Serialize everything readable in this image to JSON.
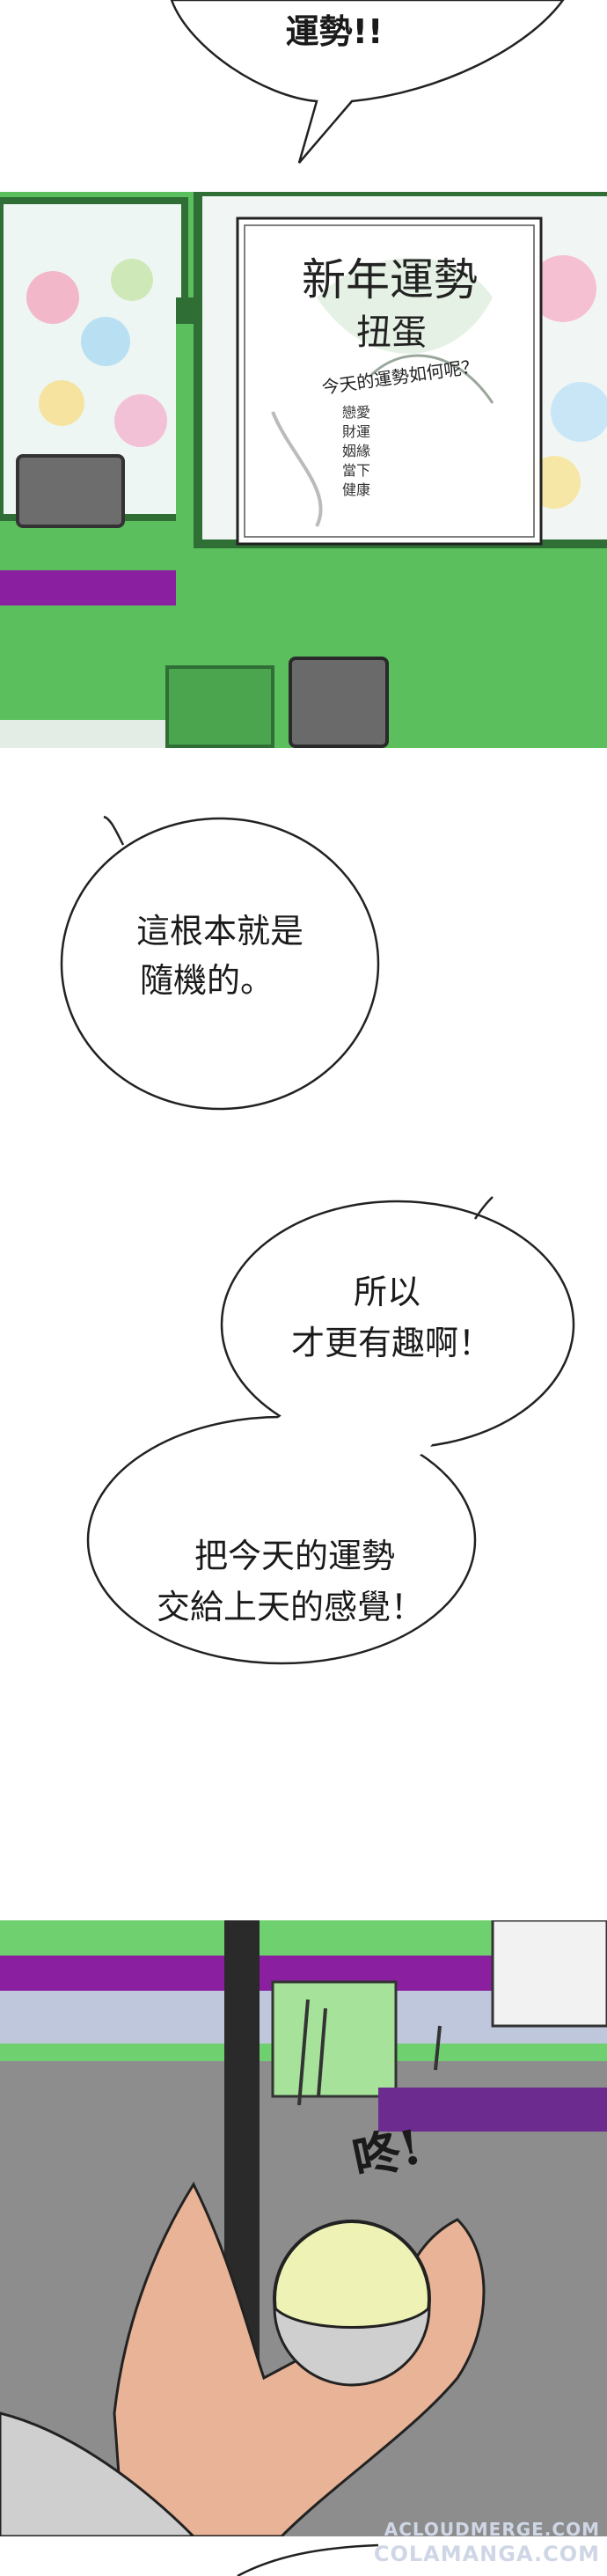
{
  "bubbles": {
    "top": "運勢!!",
    "b1_line1": "這根本就是",
    "b1_line2": "隨機的。",
    "b2_line1": "所以",
    "b2_line2": "才更有趣啊！",
    "b3_line1": "把今天的運勢",
    "b3_line2": "交給上天的感覺！"
  },
  "sign": {
    "title": "新年運勢",
    "subtitle": "扭蛋",
    "question": "今天的運勢如何呢？",
    "categories": [
      "戀愛",
      "財運",
      "姻緣",
      "當下",
      "健康"
    ]
  },
  "sfx": {
    "pop": "咚!"
  },
  "watermark": {
    "line1": "ACLOUDMERGE.COM",
    "line2": "COLAMANGA.COM"
  },
  "colors": {
    "machine_green": "#5bbf5e",
    "machine_dark": "#2f6e35",
    "stripe_purple": "#8a1fa0",
    "floor_gray": "#8d8d8d",
    "capsule_yellow": "#eef2b4",
    "skin": "#e8b396"
  }
}
